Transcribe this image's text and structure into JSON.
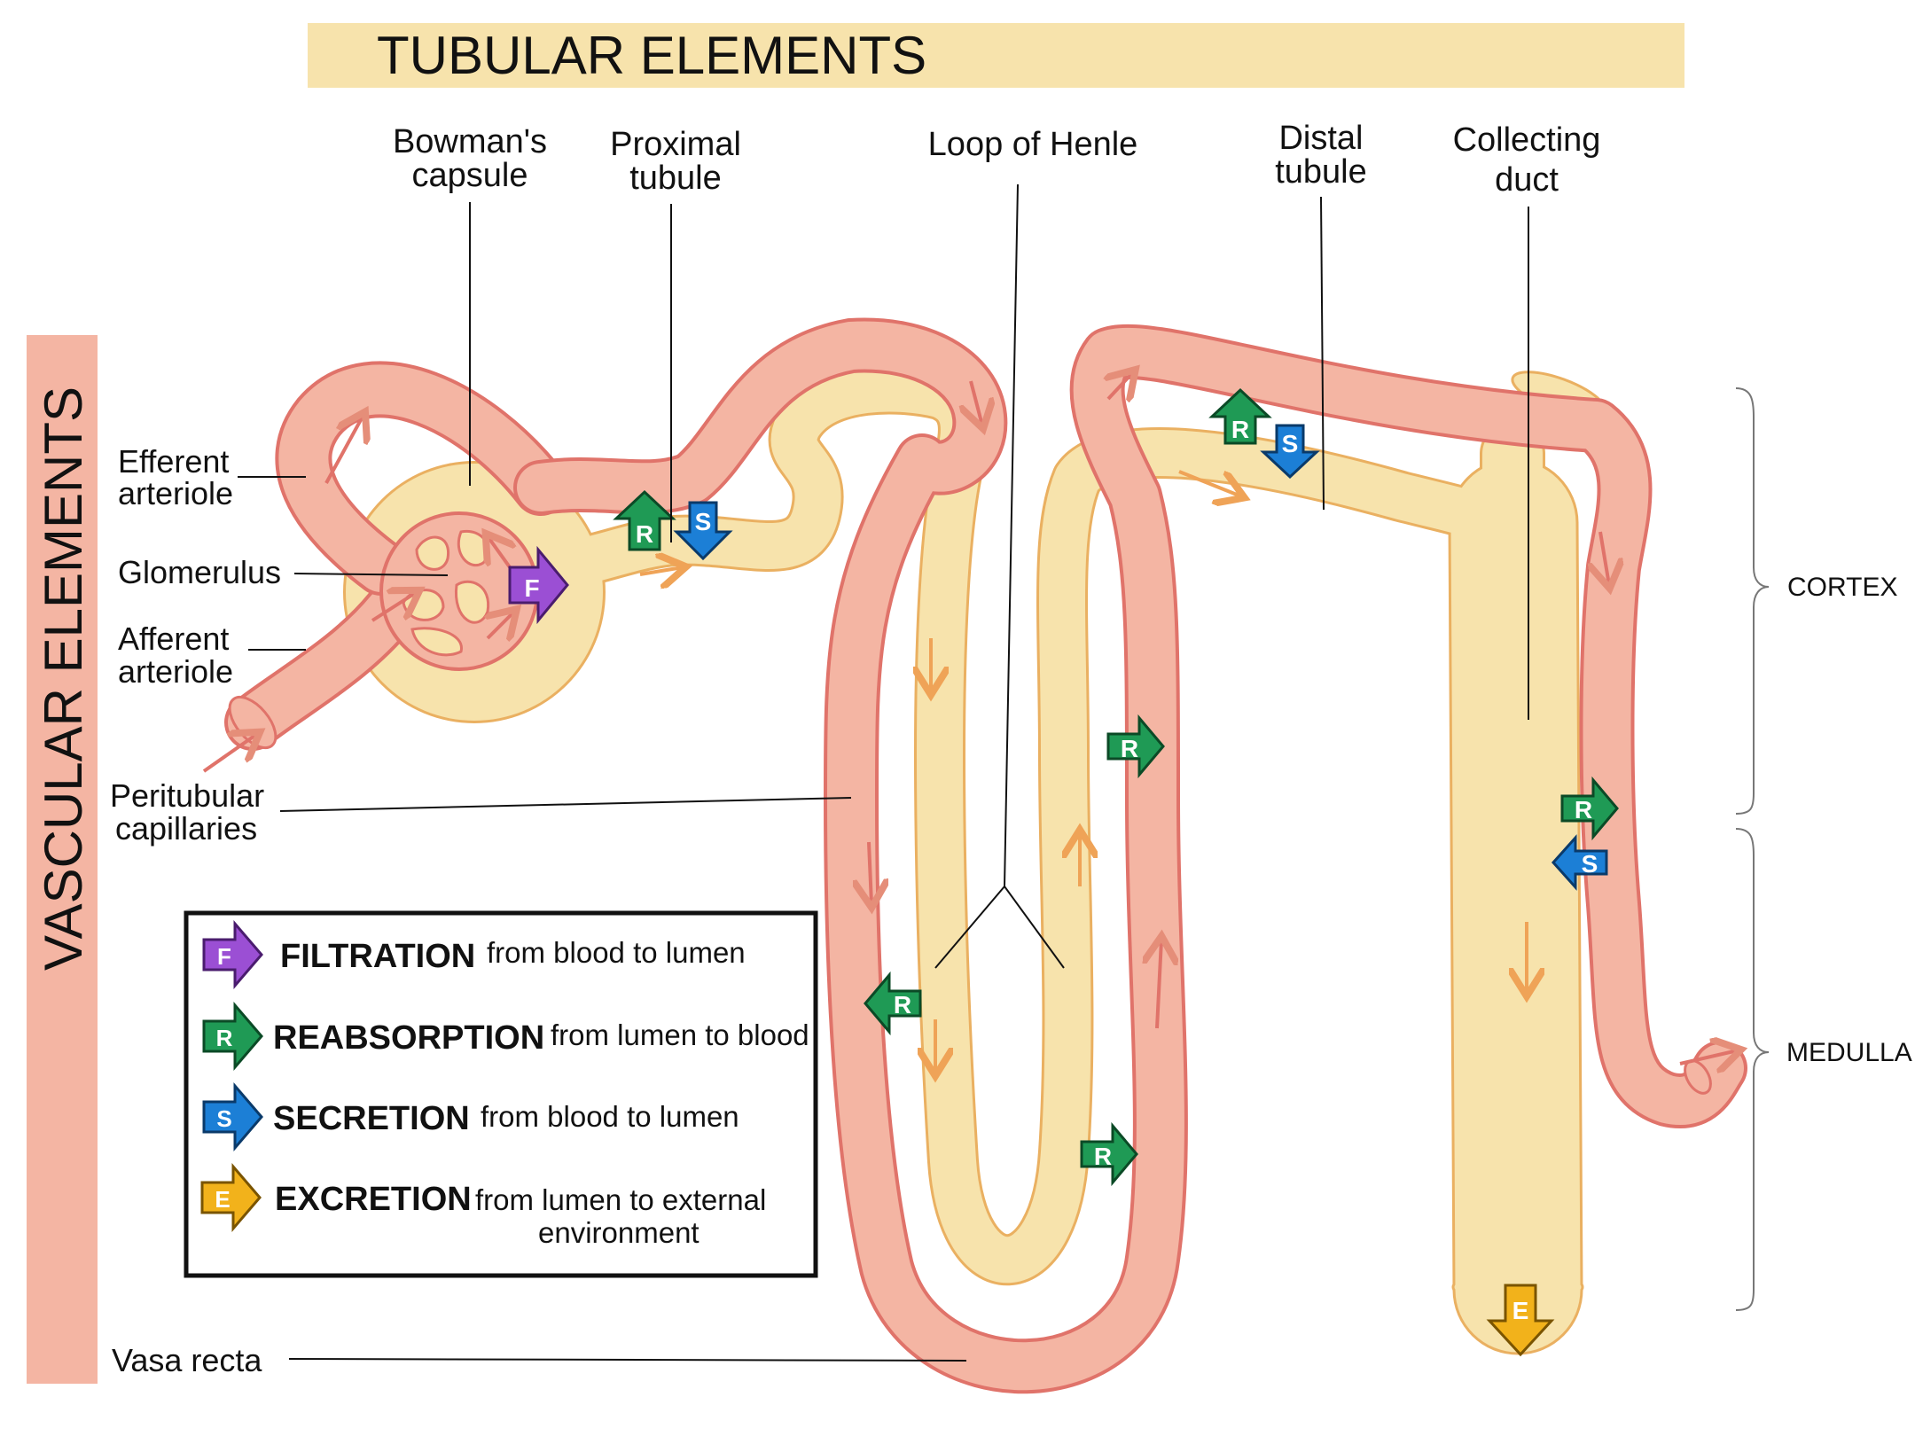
{
  "banners": {
    "tubular": "TUBULAR ELEMENTS",
    "vascular": "VASCULAR ELEMENTS"
  },
  "labels": {
    "bowmans_1": "Bowman's",
    "bowmans_2": "capsule",
    "proximal_1": "Proximal",
    "proximal_2": "tubule",
    "loop": "Loop of Henle",
    "distal_1": "Distal",
    "distal_2": "tubule",
    "collecting_1": "Collecting",
    "collecting_2": "duct",
    "efferent_1": "Efferent",
    "efferent_2": "arteriole",
    "glomerulus": "Glomerulus",
    "afferent_1": "Afferent",
    "afferent_2": "arteriole",
    "peritubular_1": "Peritubular",
    "peritubular_2": "capillaries",
    "vasa_recta": "Vasa recta",
    "cortex": "CORTEX",
    "medulla": "MEDULLA"
  },
  "badges": {
    "F": "F",
    "R": "R",
    "S": "S",
    "E": "E"
  },
  "legend": {
    "filtration_title": "FILTRATION",
    "filtration_desc": "from blood to lumen",
    "reabsorption_title": "REABSORPTION",
    "reabsorption_desc": "from lumen to blood",
    "secretion_title": "SECRETION",
    "secretion_desc": "from blood to lumen",
    "excretion_title": "EXCRETION",
    "excretion_desc_1": "from lumen to external",
    "excretion_desc_2": "environment"
  },
  "colors": {
    "tubule_fill": "#f7e3ac",
    "tubule_outline": "#eab061",
    "vessel_fill": "#f4b5a3",
    "vessel_outline": "#e0736a",
    "filtration": "#9b4fd4",
    "reabsorption": "#1f9a55",
    "secretion": "#1c7fd6",
    "excretion": "#f2b21b",
    "banner_tubular": "#f7e3ac",
    "banner_vascular": "#f4b5a3"
  }
}
